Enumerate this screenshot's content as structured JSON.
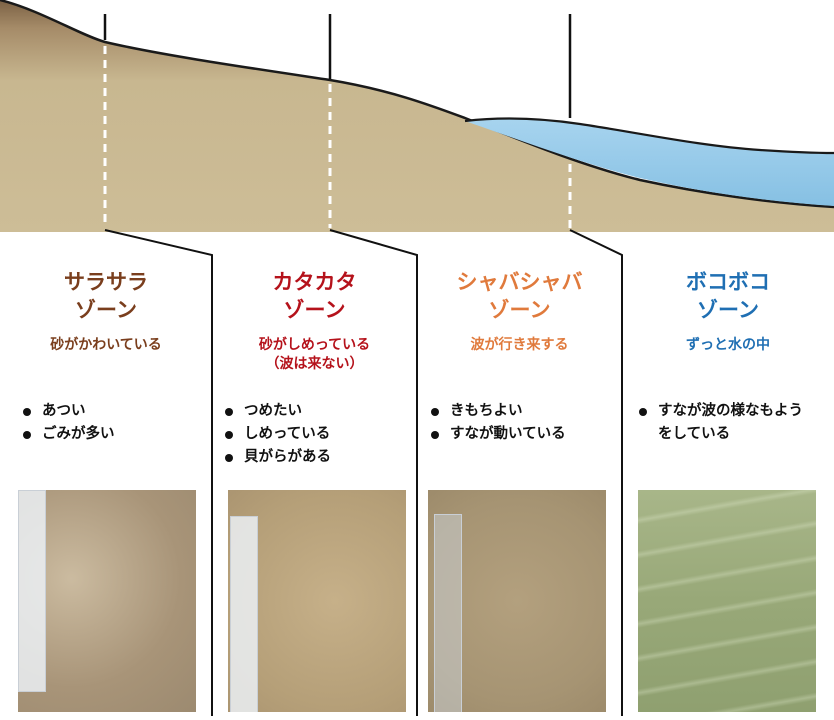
{
  "zones": [
    {
      "name_line1": "サラサラ",
      "name_line2": "ゾーン",
      "subtitle": "砂がかわいている",
      "subtitle2": "",
      "color": "#7a3e1d",
      "bullets": [
        "あつい",
        "ごみが多い"
      ],
      "photo_color": "#b7a58a"
    },
    {
      "name_line1": "カタカタ",
      "name_line2": "ゾーン",
      "subtitle": "砂がしめっている",
      "subtitle2": "（波は来ない）",
      "color": "#b5121b",
      "bullets": [
        "つめたい",
        "しめっている",
        "貝がらがある"
      ],
      "photo_color": "#bda67f"
    },
    {
      "name_line1": "シャバシャバ",
      "name_line2": "ゾーン",
      "subtitle": "波が行き来する",
      "subtitle2": "",
      "color": "#e07a3c",
      "bullets": [
        "きもちよい",
        "すなが動いている"
      ],
      "photo_color": "#a99775"
    },
    {
      "name_line1": "ボコボコ",
      "name_line2": "ゾーン",
      "subtitle": "ずっと水の中",
      "subtitle2": "",
      "color": "#1f6fb3",
      "bullets": [
        "すなが波の様なもようをしている"
      ],
      "photo_color": "#9fad83"
    }
  ],
  "colors": {
    "sand": "#c8b790",
    "sand_shadow": "#8a7150",
    "water": "#8ec5e6",
    "line": "#111111"
  }
}
